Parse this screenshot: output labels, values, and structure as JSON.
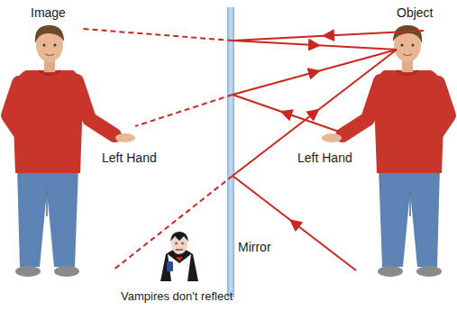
{
  "diagram": {
    "labels": [
      "Image",
      "Object",
      "Left Hand",
      "Left Hand",
      "Mirror",
      "Vampires don't reflect"
    ]
  }
}
